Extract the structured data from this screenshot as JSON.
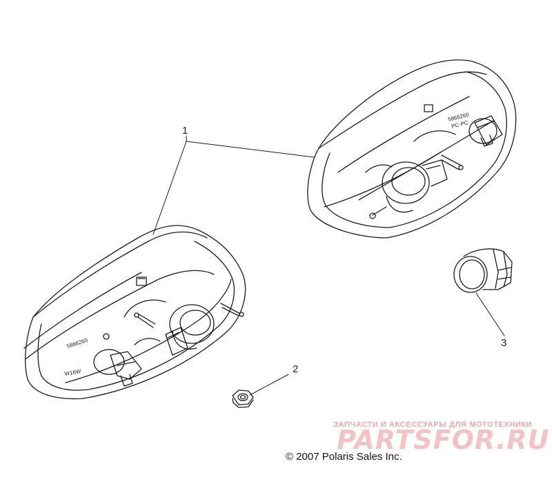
{
  "callouts": {
    "c1": "1",
    "c2": "2",
    "c3": "3"
  },
  "part_labels": {
    "left_part_number": "5866260",
    "left_bulb": "W16W",
    "right_part_number": "5866260",
    "right_bulb": "PC-PC"
  },
  "watermark": {
    "tagline": "ЗАПЧАСТИ И АКСЕССУАРЫ ДЛЯ МОТОТЕХНИКИ",
    "logo": "PARTSFOR.RU"
  },
  "copyright": "© 2007 Polaris Sales Inc."
}
